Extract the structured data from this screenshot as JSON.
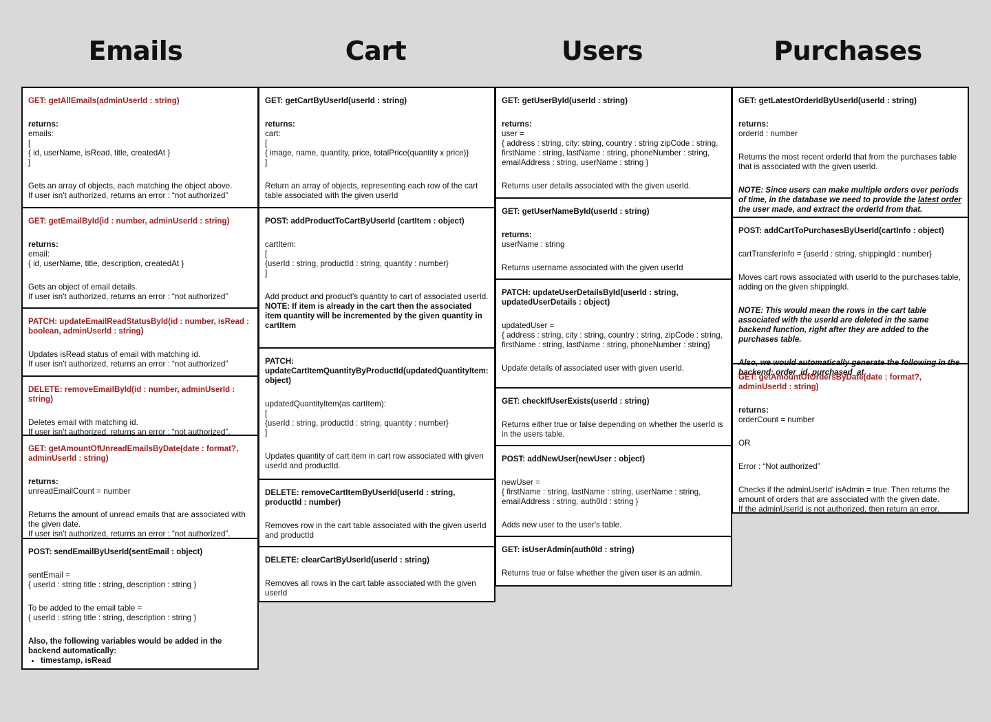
{
  "headings": {
    "emails": "Emails",
    "cart": "Cart",
    "users": "Users",
    "purchases": "Purchases"
  },
  "emails": {
    "c1": {
      "title": "GET: getAllEmails(adminUserId : string)",
      "returns_label": "returns:",
      "returns_body": "emails:\n[\n    { id, userName, isRead, title, createdAt }\n]",
      "desc": "Gets an array of objects, each matching the object above.\nIf user isn't authorized, returns an error : “not authorized”"
    },
    "c2": {
      "title": "GET: getEmailById(id : number, adminUserId : string)",
      "returns_label": "returns:",
      "returns_body": "email:\n{ id, userName, title, description, createdAt }",
      "desc": "Gets an object of email details.\nIf user isn't authorized, returns an error : “not authorized”"
    },
    "c3": {
      "title": "PATCH: updateEmailReadStatusById(id : number, isRead : boolean, adminUserId : string)",
      "desc": "Updates isRead status of email with matching id.\nIf user isn't authorized, returns an error : “not authorized”"
    },
    "c4": {
      "title": "DELETE: removeEmailById(id : number, adminUserId : string)",
      "desc": "Deletes email with matching id.\nIf user isn't authorized, returns an error : “not authorized”."
    },
    "c5": {
      "title": "GET: getAmountOfUnreadEmailsByDate(date : format?, adminUserId : string)",
      "returns_label": "returns:",
      "returns_body": "unreadEmailCount = number",
      "desc": "Returns the amount of unread emails that are associated with the given date.\nIf user isn't authorized, returns an error : “not authorized”."
    },
    "c6": {
      "title": "POST: sendEmailByUserId(sentEmail : object)",
      "body1": "sentEmail =\n{ userId : string title : string, description : string }",
      "body2": "To be added to the email table =\n{ userId : string title : string, description : string }",
      "note": "Also, the following variables would be added in the backend automatically:",
      "bullet": "timestamp, isRead"
    }
  },
  "cart": {
    "c1": {
      "title": "GET: getCartByUserId(userId : string)",
      "returns_label": "returns:",
      "returns_body": "cart:\n[\n    { image, name, quantity, price, totalPrice(quantity x price)}\n]",
      "desc": "Return an array of objects, representing each row of the cart table associated with the given userId"
    },
    "c2": {
      "title": "POST: addProductToCartByUserId (cartItem : object)",
      "body": "cartItem:\n[\n    {userId : string, productId : string, quantity : number}\n]",
      "desc": "Add product and product's quantity to cart of associated userId.",
      "note": "NOTE: If item is already in the cart then the associated item quantity will be incremented by the given quantity in cartItem"
    },
    "c3": {
      "title": "PATCH: updateCartItemQuantityByProductId(updatedQuantityItem: object)",
      "body": "updatedQuantityItem(as cartItem):\n[\n    {userId : string, productId : string, quantity : number}\n]",
      "desc": "Updates quantity of cart item in cart row associated with given userId and productId."
    },
    "c4": {
      "title": "DELETE: removeCartItemByUserId(userId : string, productId : number)",
      "desc": "Removes row in the cart table associated with the given userId and productId"
    },
    "c5": {
      "title": "DELETE: clearCartByUserId(userId : string)",
      "desc": "Removes all rows in the cart table associated with the given userId"
    }
  },
  "users": {
    "c1": {
      "title": "GET: getUserById(userId : string)",
      "returns_label": "returns:",
      "returns_body": "user =\n{ address : string, city: string, country : string zipCode : string, firstName : string, lastName : string, phoneNumber : string, emailAddress : string, userName : string }",
      "desc": "Returns user details associated with the given userId."
    },
    "c2": {
      "title": "GET: getUserNameById(userId : string)",
      "returns_label": "returns:",
      "returns_body": "userName : string",
      "desc": "Returns username associated with the given userId"
    },
    "c3": {
      "title": "PATCH: updateUserDetailsById(userId : string, updatedUserDetails : object)",
      "body": "updatedUser =\n{ address : string, city : string, country : string, zipCode : string, firstName : string, lastName : string, phoneNumber : string}",
      "desc": "Update details of associated user with given userId."
    },
    "c4": {
      "title": "GET: checkIfUserExists(userId : string)",
      "desc": "Returns either true or false depending on whether the userId is in the users table."
    },
    "c5": {
      "title": "POST: addNewUser(newUser : object)",
      "body": "newUser =\n{ firstName : string, lastName : string, userName : string, emailAddress : string, auth0Id : string }",
      "desc": "Adds new user to the user's table."
    },
    "c6": {
      "title": "GET: isUserAdmin(auth0Id : string)",
      "desc": "Returns true or false whether the given user is an admin."
    }
  },
  "purchases": {
    "c1": {
      "title": "GET: getLatestOrderIdByUserId(userId : string)",
      "returns_label": "returns:",
      "returns_body": "orderId : number",
      "desc": "Returns the most recent orderId that from the purchases table that is associated with the given userId.",
      "note_pre": "NOTE: Since users can make multiple orders over periods of time, in the database we need to provide the ",
      "note_u": "latest order",
      "note_post": " the user made, and extract the orderId from that."
    },
    "c2": {
      "title": "POST: addCartToPurchasesByUserId(cartInfo : object)",
      "body": "cartTransferInfo = {userId : string, shippingId : number}",
      "desc": "Moves cart rows associated with userId to the purchases table, adding on the given shippingId.",
      "note1": "NOTE: This would mean the rows in the cart table associated with the userId are deleted in the same backend function, right after they are added to the purchases table.",
      "note2": "Also, we would automatically generate the following in the backend: order_id, purchased_at"
    },
    "c3": {
      "title": "GET: getAmountOfOrdersByDate(date : format?, adminUserId : string)",
      "returns_label": "returns:",
      "returns_body": "orderCount = number",
      "or": "OR",
      "error": "Error : “Not authorized”",
      "desc": "Checks if the adminUserId' isAdmin = true. Then returns the amount of orders that are associated with the given date.\nIf the adminUserId is not authorized, then return an error."
    }
  }
}
